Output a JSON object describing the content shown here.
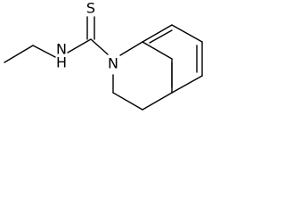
{
  "molecule": {
    "atoms": {
      "sulfur": "S",
      "amine_nitrogen": "N",
      "amine_hydrogen": "H",
      "ring_nitrogen": "N"
    },
    "colors": {
      "bond": "#000000",
      "label": "#000000",
      "background": "#ffffff"
    }
  }
}
